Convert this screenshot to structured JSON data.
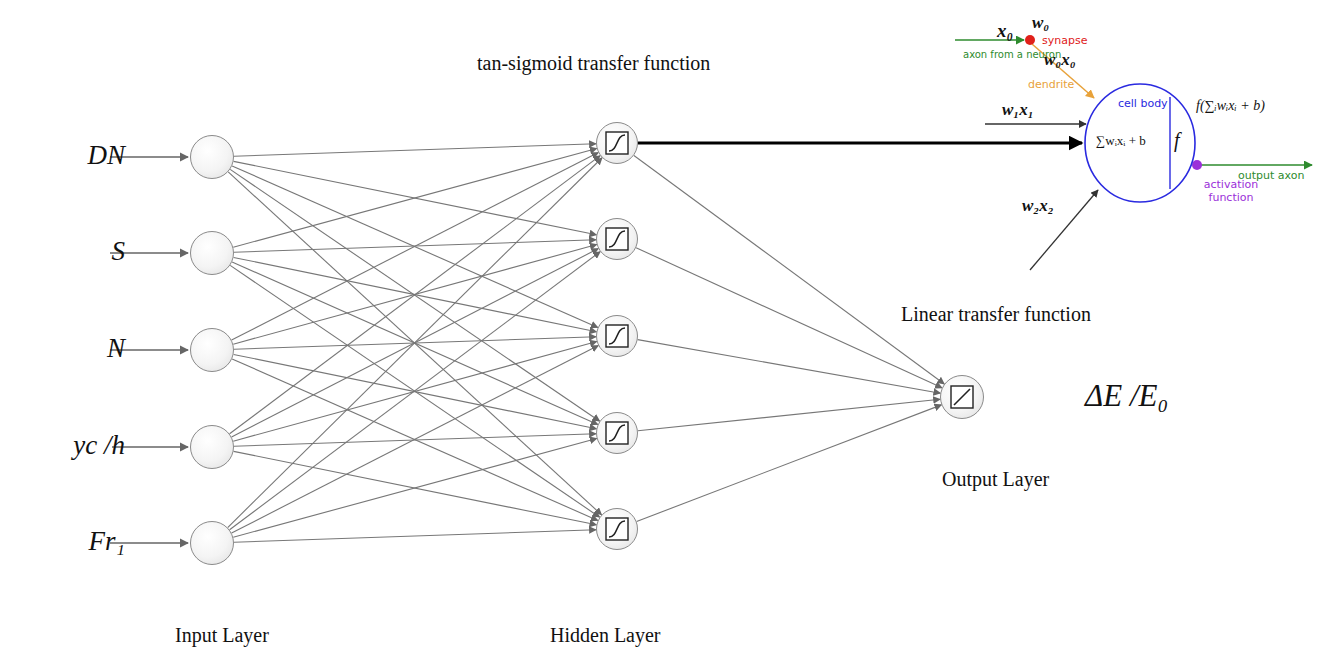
{
  "diagram": {
    "nodes": [
      {
        "text": [
          "DN"
        ]
      },
      {
        "text": [
          "S"
        ]
      },
      {
        "text": [
          "N"
        ]
      },
      {
        "text": [
          "yc /h"
        ]
      },
      {
        "text": [
          "Fr₁"
        ]
      },
      {
        "text": [
          "tan-sigmoid transfer function"
        ]
      },
      {
        "text": []
      },
      {
        "text": []
      },
      {
        "text": []
      },
      {
        "text": []
      },
      {
        "text": [
          "Linear transfer function",
          "Output Layer"
        ]
      },
      {
        "text": [
          "cell body",
          "∑wᵢxᵢ + b",
          "f"
        ]
      }
    ],
    "edges": [
      {
        "from": 0,
        "to": 5,
        "arrow": "to"
      },
      {
        "from": 0,
        "to": 6,
        "arrow": "to"
      },
      {
        "from": 0,
        "to": 7,
        "arrow": "to"
      },
      {
        "from": 0,
        "to": 8,
        "arrow": "to"
      },
      {
        "from": 0,
        "to": 9,
        "arrow": "to"
      },
      {
        "from": 1,
        "to": 5,
        "arrow": "to"
      },
      {
        "from": 1,
        "to": 6,
        "arrow": "to"
      },
      {
        "from": 1,
        "to": 7,
        "arrow": "to"
      },
      {
        "from": 1,
        "to": 8,
        "arrow": "to"
      },
      {
        "from": 1,
        "to": 9,
        "arrow": "to"
      },
      {
        "from": 2,
        "to": 5,
        "arrow": "to"
      },
      {
        "from": 2,
        "to": 6,
        "arrow": "to"
      },
      {
        "from": 2,
        "to": 7,
        "arrow": "to"
      },
      {
        "from": 2,
        "to": 8,
        "arrow": "to"
      },
      {
        "from": 2,
        "to": 9,
        "arrow": "to"
      },
      {
        "from": 3,
        "to": 5,
        "arrow": "to"
      },
      {
        "from": 3,
        "to": 6,
        "arrow": "to"
      },
      {
        "from": 3,
        "to": 7,
        "arrow": "to"
      },
      {
        "from": 3,
        "to": 8,
        "arrow": "to"
      },
      {
        "from": 3,
        "to": 9,
        "arrow": "to"
      },
      {
        "from": 4,
        "to": 5,
        "arrow": "to"
      },
      {
        "from": 4,
        "to": 6,
        "arrow": "to"
      },
      {
        "from": 4,
        "to": 7,
        "arrow": "to"
      },
      {
        "from": 4,
        "to": 8,
        "arrow": "to"
      },
      {
        "from": 4,
        "to": 9,
        "arrow": "to"
      },
      {
        "from": 5,
        "to": 10,
        "arrow": "to"
      },
      {
        "from": 6,
        "to": 10,
        "arrow": "to"
      },
      {
        "from": 7,
        "to": 10,
        "arrow": "to"
      },
      {
        "from": 8,
        "to": 10,
        "arrow": "to"
      },
      {
        "from": 9,
        "to": 10,
        "arrow": "to"
      },
      {
        "from": 5,
        "to": 11,
        "arrow": "to"
      }
    ],
    "labels": [
      "Input Layer",
      "Hidden Layer",
      "ΔE /E₀",
      "x₀",
      "w₀",
      "axon from a neuron",
      "synapse",
      "w₀x₀",
      "dendrite",
      "w₁x₁",
      "w₂x₂",
      "f(∑ᵢwᵢxᵢ + b)",
      "output axon",
      "activation function"
    ]
  }
}
